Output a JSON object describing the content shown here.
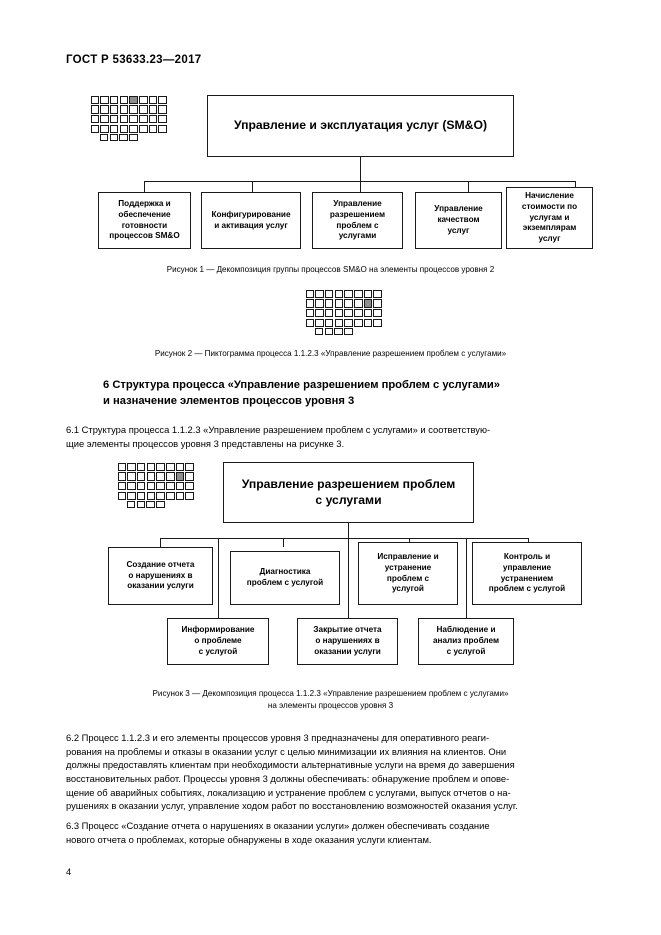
{
  "document": {
    "standard_number": "ГОСТ Р 53633.23—2017",
    "page_number": "4"
  },
  "figure1": {
    "pictogram_name": "process-pictogram-smo",
    "root": "Управление и эксплуатация услуг (SM&O)",
    "children": [
      "Поддержка и\nобеспечение\nготовности\nпроцессов SM&O",
      "Конфигурирование\nи активация услуг",
      "Управление\nразрешением\nпроблем с\nуслугами",
      "Управление\nкачеством\nуслуг",
      "Начисление\nстоимости по\nуслугам и\nэкземплярам\nуслуг"
    ],
    "caption": "Рисунок 1 — Декомпозиция группы процессов SM&O на элементы процессов уровня 2"
  },
  "figure2": {
    "pictogram_name": "process-pictogram-1-1-2-3",
    "caption": "Рисунок 2 — Пиктограмма процесса 1.1.2.3 «Управление разрешением проблем с услугами»"
  },
  "section6": {
    "heading": "6 Структура процесса «Управление разрешением проблем с услугами»\nи назначение элементов процессов уровня 3",
    "p61": "6.1  Структура процесса 1.1.2.3 «Управление разрешением проблем с услугами» и соответствую-\nщие элементы процессов уровня 3 представлены на рисунке 3.",
    "p62": "6.2  Процесс 1.1.2.3 и его элементы процессов уровня 3 предназначены для оперативного реаги-\nрования на проблемы и отказы в оказании услуг с целью минимизации их влияния на клиентов. Они\nдолжны предоставлять клиентам при необходимости альтернативные услуги на время до завершения\nвосстановительных работ. Процессы уровня 3 должны обеспечивать: обнаружение проблем и опове-\nщение об аварийных событиях, локализацию и устранение проблем с услугами, выпуск отчетов о на-\nрушениях в оказании услуг, управление ходом работ по восстановлению возможностей оказания услуг.",
    "p63": "6.3  Процесс «Создание отчета о нарушениях в оказании услуги» должен обеспечивать создание\nнового отчета о проблемах, которые обнаружены в ходе оказания услуги клиентам."
  },
  "figure3": {
    "pictogram_name": "process-pictogram-1-1-2-3",
    "root": "Управление разрешением проблем\nс услугами",
    "row1": [
      "Создание отчета\nо нарушениях в\nоказании услуги",
      "Диагностика\nпроблем с услугой",
      "Исправление и\nустранение\nпроблем с\nуслугой",
      "Контроль и\nуправление\nустранением\nпроблем с услугой"
    ],
    "row2": [
      "Информирование\nо проблеме\nс услугой",
      "Закрытие отчета\nо нарушениях в\nоказании услуги",
      "Наблюдение и\nанализ проблем\nс услугой"
    ],
    "caption": "Рисунок 3 — Декомпозиция процесса 1.1.2.3 «Управление разрешением проблем с услугами»\nна элементы процессов уровня 3"
  },
  "colors": {
    "ink": "#1b1b1b",
    "paper": "#ffffff",
    "highlight": "#8e8e8e"
  }
}
